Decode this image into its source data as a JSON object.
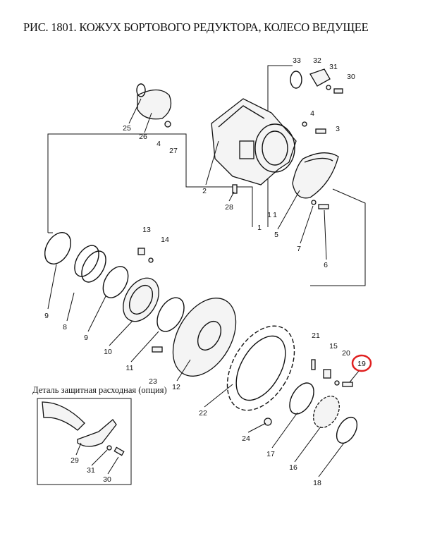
{
  "title": "РИС. 1801. КОЖУХ БОРТОВОГО РЕДУКТОРА, КОЛЕСО ВЕДУЩЕЕ",
  "inset_caption": "Деталь защитная расходная (опция)",
  "highlight_color": "#e02020",
  "highlighted_part": "19",
  "labels": {
    "p33": "33",
    "p32": "32",
    "p31a": "31",
    "p30a": "30",
    "p25": "25",
    "p26": "26",
    "p4a": "4",
    "p27": "27",
    "p4b": "4",
    "p3": "3",
    "p2": "2",
    "p28": "28",
    "p1a": "1",
    "p1b": "1",
    "p1c": "1",
    "p5": "5",
    "p7": "7",
    "p6": "6",
    "p13": "13",
    "p14": "14",
    "p9a": "9",
    "p8": "8",
    "p9b": "9",
    "p10": "10",
    "p11": "11",
    "p23": "23",
    "p12": "12",
    "p22": "22",
    "p24": "24",
    "p17": "17",
    "p16": "16",
    "p18": "18",
    "p21": "21",
    "p15": "15",
    "p20": "20",
    "p19": "19",
    "p29": "29",
    "p31b": "31",
    "p30b": "30"
  }
}
